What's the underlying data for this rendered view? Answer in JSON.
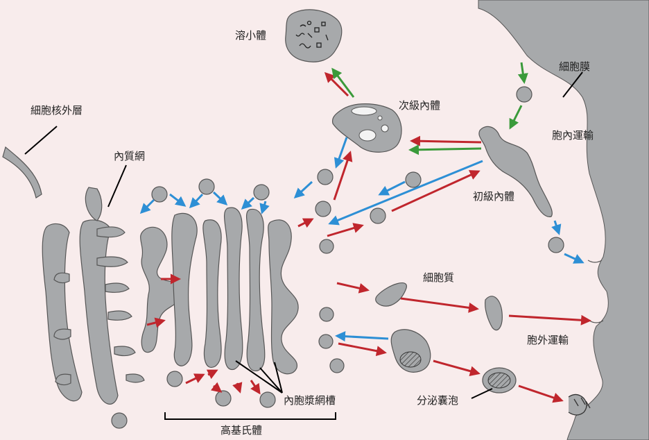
{
  "labels": {
    "lysosome": "溶小體",
    "cell_membrane": "細胞膜",
    "nuclear_outer_membrane": "細胞核外層",
    "late_endosome": "次級內體",
    "er": "內質網",
    "endocytosis": "胞內運輸",
    "early_endosome": "初級內體",
    "cytoplasm": "細胞質",
    "exocytosis": "胞外運輸",
    "er_cisternae": "內胞漿網槽",
    "secretory_vesicle": "分泌囊泡",
    "golgi": "高基氏體"
  },
  "colors": {
    "background": "#f8ecec",
    "organelle_fill": "#a7a9ab",
    "outline": "#555555",
    "red_arrow": "#c0262d",
    "blue_arrow": "#2d8fd5",
    "green_arrow": "#3a9a3a",
    "leader_line": "#000000"
  },
  "legend": []
}
